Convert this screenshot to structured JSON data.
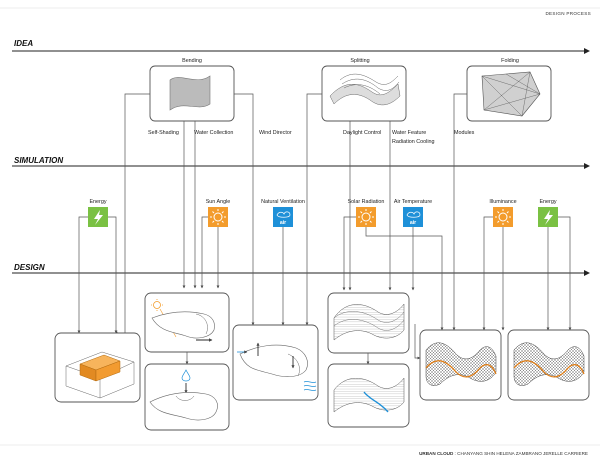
{
  "header": {
    "title": "DESIGN PROCESS"
  },
  "rows": {
    "idea": "IDEA",
    "simulation": "SIMULATION",
    "design": "DESIGN"
  },
  "concepts": {
    "bending": "Bending",
    "splitting": "Splitting",
    "folding": "Folding"
  },
  "functions": {
    "self_shading": "Self-Shading",
    "water_collection": "Water Collection",
    "wind_director": "Wind Director",
    "daylight_control": "Daylight Control",
    "water_feature": "Water Feature",
    "radiation_cooling": "Radiation Cooling",
    "modules": "Modules"
  },
  "simulations": {
    "energy_1": "Energy",
    "sun_angle": "Sun Angle",
    "natural_ventilation": "Natural Ventilation",
    "solar_radiation": "Solar Radiation",
    "air_temperature": "Air Temperature",
    "illuminance": "Illuminance",
    "energy_2": "Energy",
    "air_badge": "air"
  },
  "colors": {
    "energy": "#7ac143",
    "sun": "#f39c2c",
    "air": "#1e90d8",
    "massing": "#f29b30"
  },
  "footer": {
    "project": "URBAN CLOUD",
    "separator": " :  ",
    "authors": "CHANYANG SHIN   HELENA ZAMBRANO   JERELLE CARRIERE"
  }
}
